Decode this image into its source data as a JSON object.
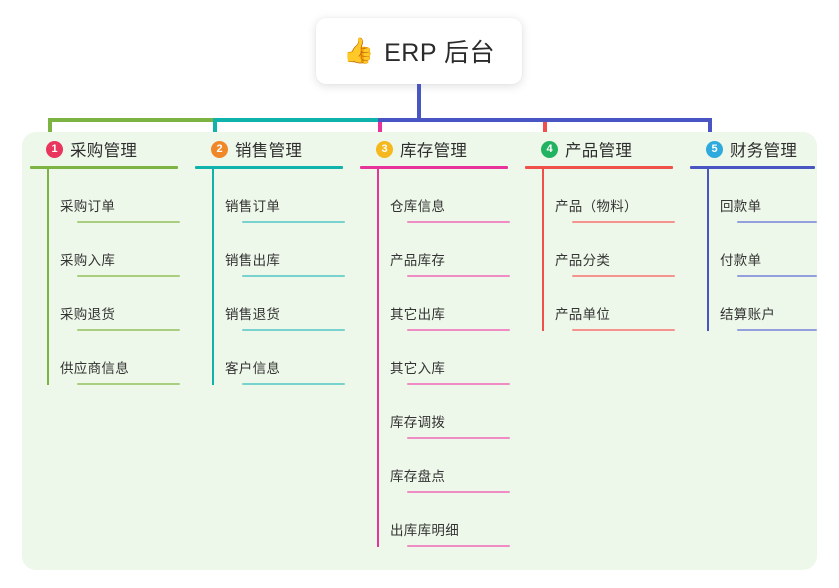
{
  "root": {
    "icon": "thumbs-up-icon",
    "emoji": "👍",
    "title": "ERP 后台"
  },
  "theme": {
    "page_background": "#ffffff",
    "panel_background": "#eef8ea",
    "root_stem_color": "#4a55c4",
    "text_color": "#333333"
  },
  "columns": [
    {
      "index": "1",
      "badge_number": "1",
      "badge_color": "#e8365d",
      "line_color": "#7cb342",
      "item_line_color": "#a8ce7e",
      "title": "采购管理",
      "items": [
        {
          "label": "采购订单"
        },
        {
          "label": "采购入库"
        },
        {
          "label": "采购退货"
        },
        {
          "label": "供应商信息"
        }
      ]
    },
    {
      "index": "2",
      "badge_number": "2",
      "badge_color": "#f0882a",
      "line_color": "#0fb3ab",
      "item_line_color": "#78d2cd",
      "title": "销售管理",
      "items": [
        {
          "label": "销售订单"
        },
        {
          "label": "销售出库"
        },
        {
          "label": "销售退货"
        },
        {
          "label": "客户信息"
        }
      ]
    },
    {
      "index": "3",
      "badge_number": "3",
      "badge_color": "#f5b81e",
      "line_color": "#e8349a",
      "item_line_color": "#ef8cc4",
      "title": "库存管理",
      "items": [
        {
          "label": "仓库信息"
        },
        {
          "label": "产品库存"
        },
        {
          "label": "其它出库"
        },
        {
          "label": "其它入库"
        },
        {
          "label": "库存调拨"
        },
        {
          "label": "库存盘点"
        },
        {
          "label": "出库库明细"
        }
      ]
    },
    {
      "index": "4",
      "badge_number": "4",
      "badge_color": "#22b362",
      "line_color": "#f0504a",
      "item_line_color": "#f5948f",
      "title": "产品管理",
      "items": [
        {
          "label": "产品（物料）"
        },
        {
          "label": "产品分类"
        },
        {
          "label": "产品单位"
        }
      ]
    },
    {
      "index": "5",
      "badge_number": "5",
      "badge_color": "#2eaadc",
      "line_color": "#4a55c4",
      "item_line_color": "#94a0de",
      "title": "财务管理",
      "items": [
        {
          "label": "回款单"
        },
        {
          "label": "付款单"
        },
        {
          "label": "结算账户"
        }
      ]
    }
  ]
}
